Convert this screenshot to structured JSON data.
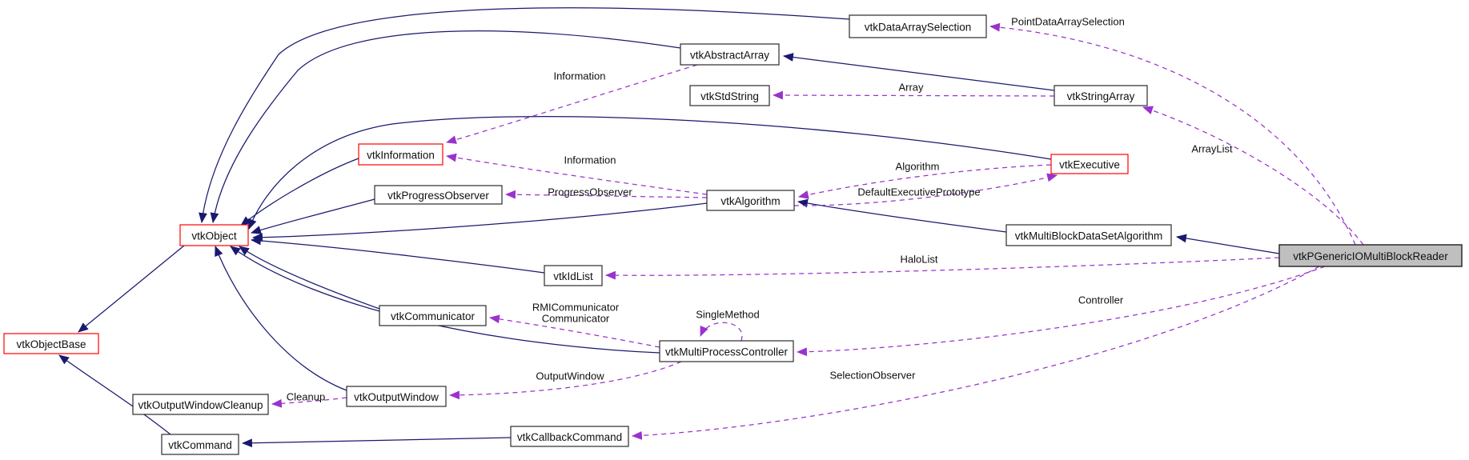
{
  "diagram": {
    "kind": "class-collaboration-graph",
    "colors": {
      "background": "#ffffff",
      "inheritance_edge": "#191970",
      "usage_edge": "#9a32cd",
      "node_border": "#2b2b2b",
      "node_border_highlight": "#ff0000",
      "node_fill": "#ffffff",
      "main_node_fill": "#bfbfbf",
      "text": "#101010"
    },
    "nodes": [
      {
        "id": "DAS",
        "label": "vtkDataArraySelection",
        "style": "normal"
      },
      {
        "id": "AA",
        "label": "vtkAbstractArray",
        "style": "normal"
      },
      {
        "id": "SS",
        "label": "vtkStdString",
        "style": "normal"
      },
      {
        "id": "SA",
        "label": "vtkStringArray",
        "style": "normal"
      },
      {
        "id": "INF",
        "label": "vtkInformation",
        "style": "highlight"
      },
      {
        "id": "EXE",
        "label": "vtkExecutive",
        "style": "highlight"
      },
      {
        "id": "PO",
        "label": "vtkProgressObserver",
        "style": "normal"
      },
      {
        "id": "ALG",
        "label": "vtkAlgorithm",
        "style": "normal"
      },
      {
        "id": "OBJ",
        "label": "vtkObject",
        "style": "highlight"
      },
      {
        "id": "MBA",
        "label": "vtkMultiBlockDataSetAlgorithm",
        "style": "normal"
      },
      {
        "id": "MAIN",
        "label": "vtkPGenericIOMultiBlockReader",
        "style": "main"
      },
      {
        "id": "IDL",
        "label": "vtkIdList",
        "style": "normal"
      },
      {
        "id": "COM",
        "label": "vtkCommunicator",
        "style": "normal"
      },
      {
        "id": "OB",
        "label": "vtkObjectBase",
        "style": "highlight"
      },
      {
        "id": "MPC",
        "label": "vtkMultiProcessController",
        "style": "normal"
      },
      {
        "id": "OWC",
        "label": "vtkOutputWindowCleanup",
        "style": "normal"
      },
      {
        "id": "OW",
        "label": "vtkOutputWindow",
        "style": "normal"
      },
      {
        "id": "CBC",
        "label": "vtkCallbackCommand",
        "style": "normal"
      },
      {
        "id": "CMD",
        "label": "vtkCommand",
        "style": "normal"
      }
    ],
    "edges": [
      {
        "from": "MAIN",
        "to": "MBA",
        "type": "inheritance"
      },
      {
        "from": "MBA",
        "to": "ALG",
        "type": "inheritance"
      },
      {
        "from": "ALG",
        "to": "OBJ",
        "type": "inheritance"
      },
      {
        "from": "SA",
        "to": "AA",
        "type": "inheritance"
      },
      {
        "from": "AA",
        "to": "OBJ",
        "type": "inheritance"
      },
      {
        "from": "DAS",
        "to": "OBJ",
        "type": "inheritance"
      },
      {
        "from": "INF",
        "to": "OBJ",
        "type": "inheritance"
      },
      {
        "from": "EXE",
        "to": "OBJ",
        "type": "inheritance"
      },
      {
        "from": "PO",
        "to": "OBJ",
        "type": "inheritance"
      },
      {
        "from": "IDL",
        "to": "OBJ",
        "type": "inheritance"
      },
      {
        "from": "COM",
        "to": "OBJ",
        "type": "inheritance"
      },
      {
        "from": "MPC",
        "to": "OBJ",
        "type": "inheritance"
      },
      {
        "from": "OW",
        "to": "OBJ",
        "type": "inheritance"
      },
      {
        "from": "OBJ",
        "to": "OB",
        "type": "inheritance"
      },
      {
        "from": "CMD",
        "to": "OB",
        "type": "inheritance"
      },
      {
        "from": "CBC",
        "to": "CMD",
        "type": "inheritance"
      },
      {
        "from": "MAIN",
        "to": "DAS",
        "type": "usage",
        "label": "PointDataArraySelection"
      },
      {
        "from": "MAIN",
        "to": "SA",
        "type": "usage",
        "label": "ArrayList"
      },
      {
        "from": "SA",
        "to": "SS",
        "type": "usage",
        "label": "Array"
      },
      {
        "from": "AA",
        "to": "INF",
        "type": "usage",
        "label": "Information"
      },
      {
        "from": "ALG",
        "to": "INF",
        "type": "usage",
        "label": "Information"
      },
      {
        "from": "ALG",
        "to": "PO",
        "type": "usage",
        "label": "ProgressObserver"
      },
      {
        "from": "EXE",
        "to": "ALG",
        "type": "usage",
        "label": "Algorithm"
      },
      {
        "from": "ALG",
        "to": "EXE",
        "type": "usage",
        "label": "DefaultExecutivePrototype"
      },
      {
        "from": "MAIN",
        "to": "IDL",
        "type": "usage",
        "label": "HaloList"
      },
      {
        "from": "MAIN",
        "to": "MPC",
        "type": "usage",
        "label": "Controller"
      },
      {
        "from": "MPC",
        "to": "MPC",
        "type": "usage",
        "label": "SingleMethod"
      },
      {
        "from": "MPC",
        "to": "COM",
        "type": "usage",
        "label": "RMICommunicator",
        "label2": "Communicator"
      },
      {
        "from": "MPC",
        "to": "OW",
        "type": "usage",
        "label": "OutputWindow"
      },
      {
        "from": "OW",
        "to": "OWC",
        "type": "usage",
        "label": "Cleanup"
      },
      {
        "from": "MAIN",
        "to": "CBC",
        "type": "usage",
        "label": "SelectionObserver"
      }
    ]
  }
}
